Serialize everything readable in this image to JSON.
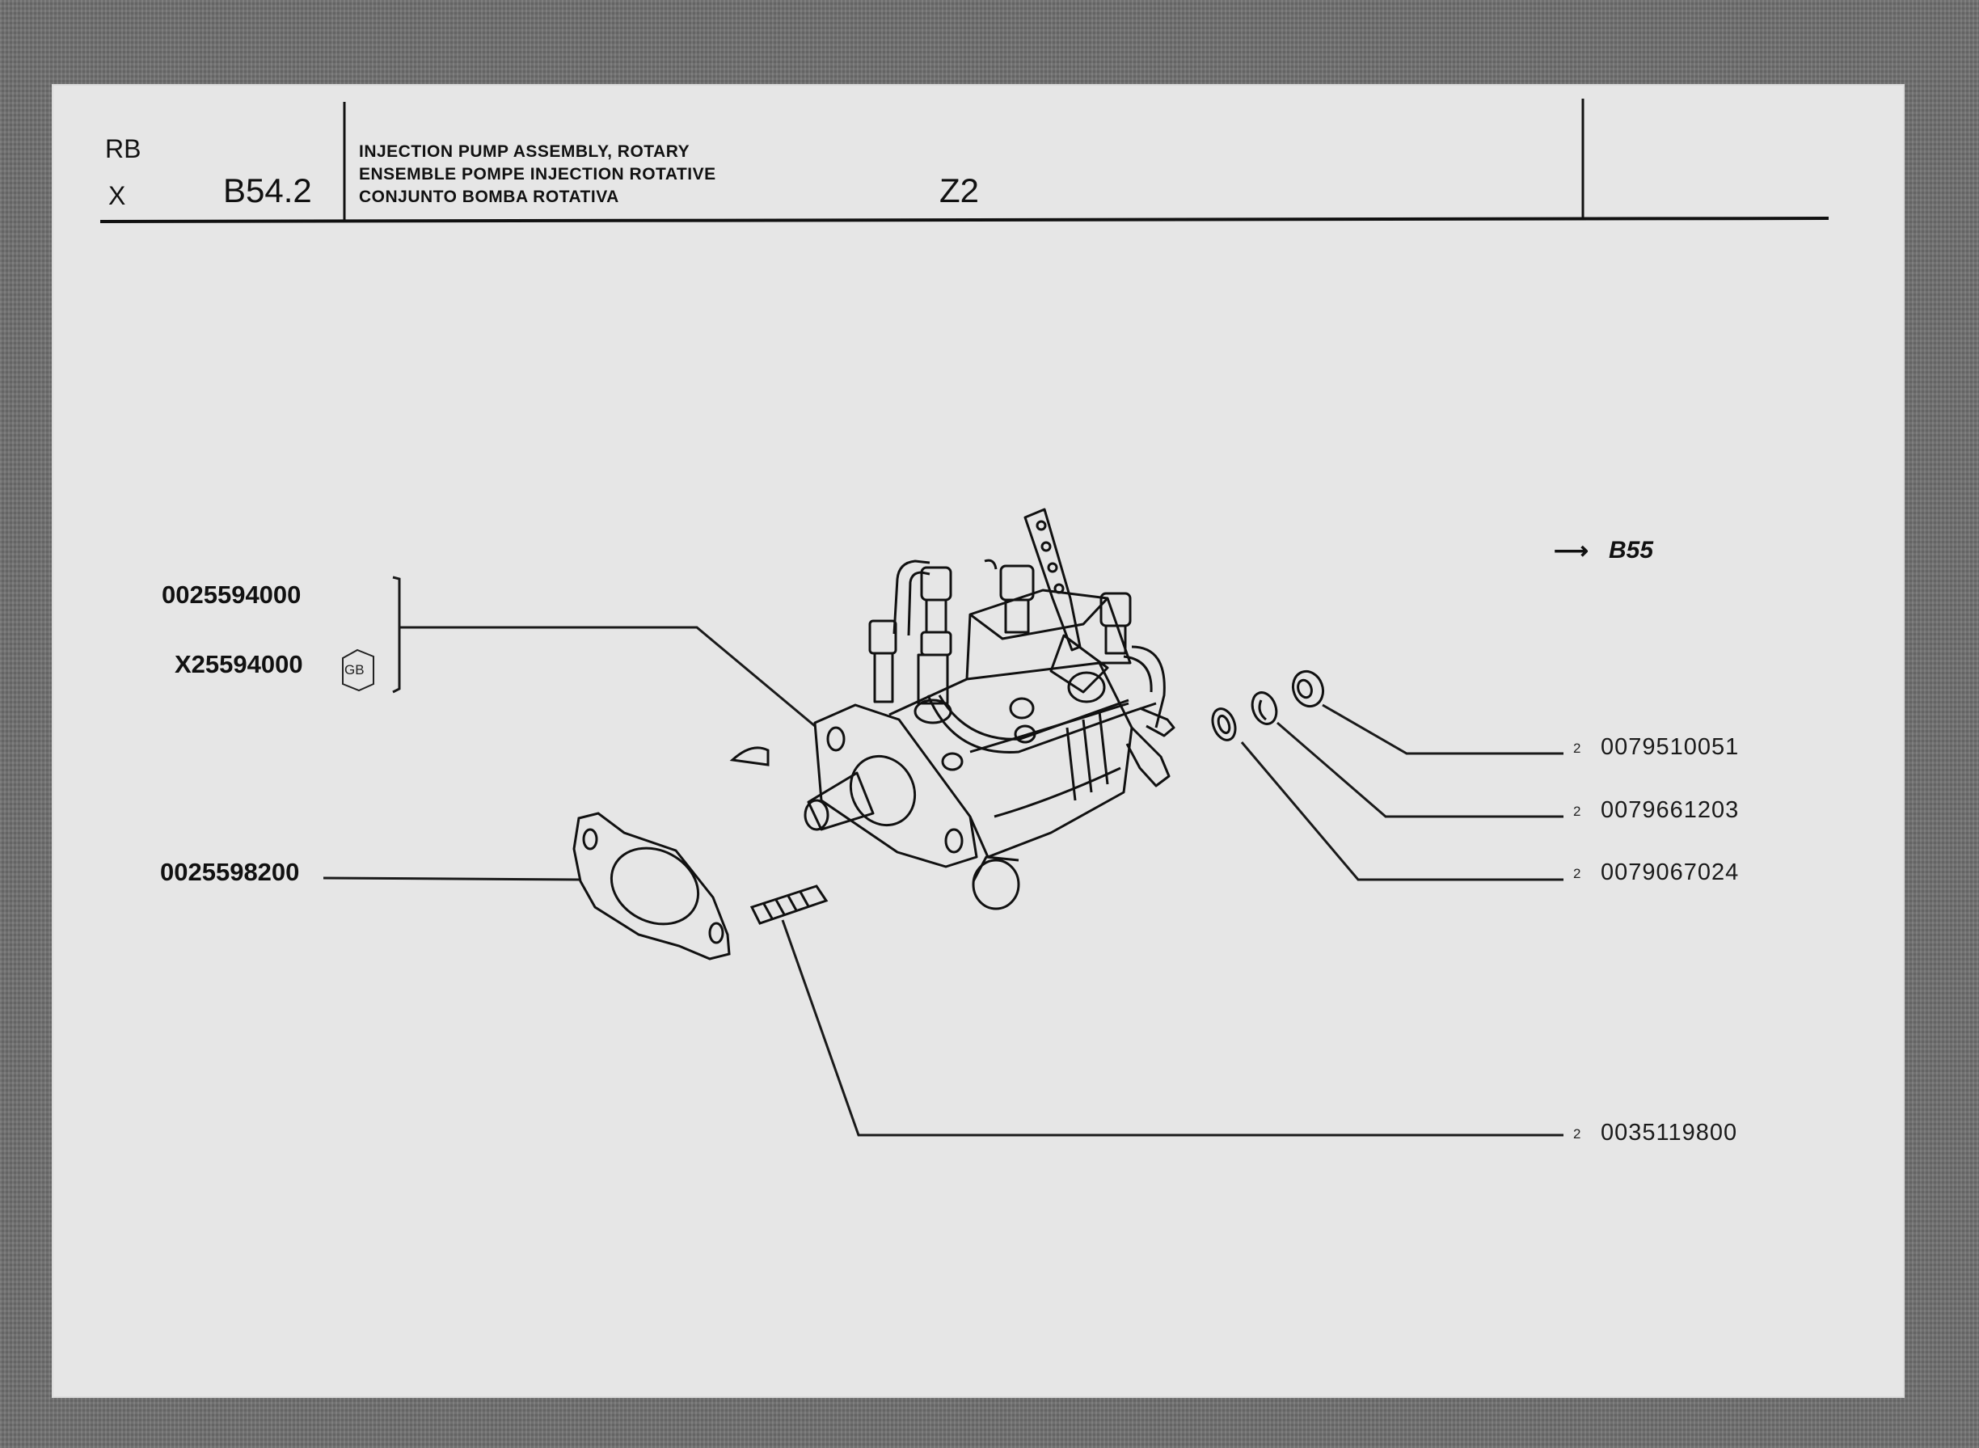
{
  "header": {
    "code_top": "RB",
    "code_bottom": "X",
    "section": "B54.2",
    "title_en": "INJECTION PUMP ASSEMBLY, ROTARY",
    "title_fr": "ENSEMBLE POMPE INJECTION ROTATIVE",
    "title_es": "CONJUNTO BOMBA ROTATIVA",
    "model": "Z2"
  },
  "reference": {
    "label": "B55"
  },
  "parts_left": {
    "assembly_pn": "0025594000",
    "assembly_alt_pn": "X25594000",
    "assembly_alt_badge": "GB",
    "gasket_pn": "0025598200"
  },
  "parts_right": [
    {
      "qty": "2",
      "pn": "0079510051"
    },
    {
      "qty": "2",
      "pn": "0079661203"
    },
    {
      "qty": "2",
      "pn": "0079067024"
    },
    {
      "qty": "2",
      "pn": "0035119800"
    }
  ]
}
